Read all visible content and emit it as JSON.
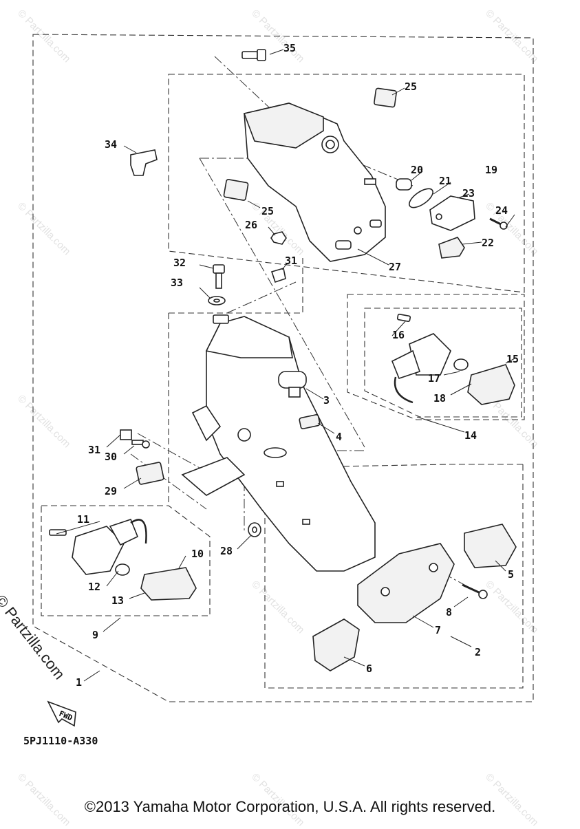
{
  "diagram": {
    "code": "5PJ1110-A330",
    "copyright": "©2013 Yamaha Motor Corporation, U.S.A. All rights reserved.",
    "watermark": "© Partzilla.com",
    "side_watermark": "© Partzilla.com",
    "fwd_label": "FWD"
  },
  "callouts": [
    "1",
    "2",
    "3",
    "4",
    "5",
    "6",
    "7",
    "8",
    "9",
    "10",
    "11",
    "12",
    "13",
    "14",
    "15",
    "16",
    "17",
    "18",
    "19",
    "20",
    "21",
    "22",
    "23",
    "24",
    "25",
    "25",
    "26",
    "27",
    "28",
    "29",
    "30",
    "31",
    "31",
    "32",
    "33",
    "34",
    "35"
  ]
}
